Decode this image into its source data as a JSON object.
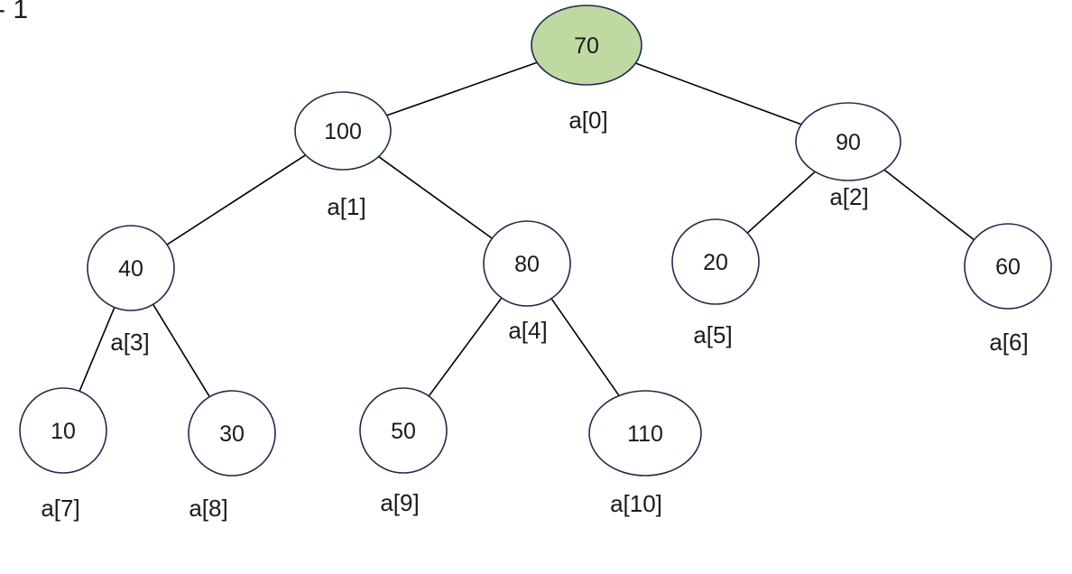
{
  "corner_text": "- 1",
  "colors": {
    "root_fill": "#bfd9a3",
    "node_fill": "#ffffff",
    "node_stroke": "#1f2d4a",
    "edge": "#000000",
    "text": "#1a1a1a"
  },
  "nodes": [
    {
      "id": "n0",
      "value": "70",
      "index_label": "a[0]",
      "highlight": true
    },
    {
      "id": "n1",
      "value": "100",
      "index_label": "a[1]",
      "highlight": false
    },
    {
      "id": "n2",
      "value": "90",
      "index_label": "a[2]",
      "highlight": false
    },
    {
      "id": "n3",
      "value": "40",
      "index_label": "a[3]",
      "highlight": false
    },
    {
      "id": "n4",
      "value": "80",
      "index_label": "a[4]",
      "highlight": false
    },
    {
      "id": "n5",
      "value": "20",
      "index_label": "a[5]",
      "highlight": false
    },
    {
      "id": "n6",
      "value": "60",
      "index_label": "a[6]",
      "highlight": false
    },
    {
      "id": "n7",
      "value": "10",
      "index_label": "a[7]",
      "highlight": false
    },
    {
      "id": "n8",
      "value": "30",
      "index_label": "a[8]",
      "highlight": false
    },
    {
      "id": "n9",
      "value": "50",
      "index_label": "a[9]",
      "highlight": false
    },
    {
      "id": "n10",
      "value": "110",
      "index_label": "a[10]",
      "highlight": false
    }
  ],
  "edges": [
    [
      "n0",
      "n1"
    ],
    [
      "n0",
      "n2"
    ],
    [
      "n1",
      "n3"
    ],
    [
      "n1",
      "n4"
    ],
    [
      "n2",
      "n5"
    ],
    [
      "n2",
      "n6"
    ],
    [
      "n3",
      "n7"
    ],
    [
      "n3",
      "n8"
    ],
    [
      "n4",
      "n9"
    ],
    [
      "n4",
      "n10"
    ]
  ]
}
